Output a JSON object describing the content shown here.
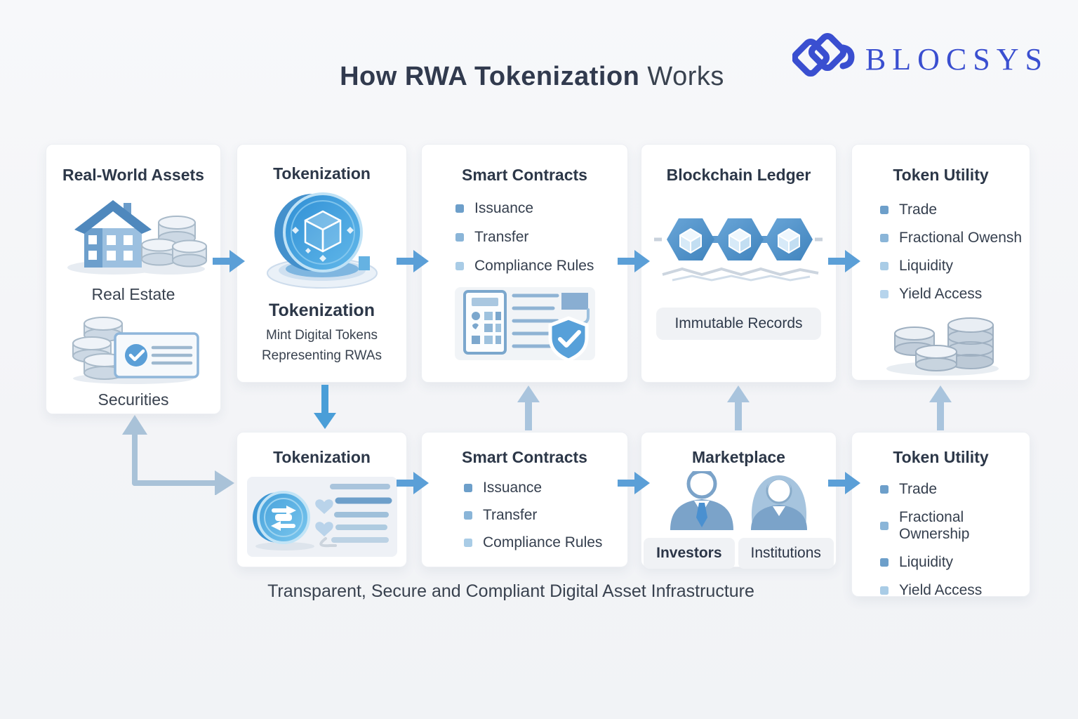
{
  "title": {
    "bold": "How RWA Tokenization",
    "light": " Works"
  },
  "logo": {
    "text": "BLOCSYS",
    "mark_icon": "interlocked-diamonds-icon",
    "color": "#3a4fd0"
  },
  "top_row": [
    {
      "heading": "Real-World Assets",
      "items": [
        {
          "icon": "house-and-coins-icon",
          "label": "Real Estate"
        },
        {
          "icon": "coins-and-certificate-icon",
          "label": "Securities"
        }
      ]
    },
    {
      "heading": "Tokenization",
      "icon": "token-coin-cube-icon",
      "subheading": "Tokenization",
      "description": "Mint Digital Tokens Representing RWAs"
    },
    {
      "heading": "Smart Contracts",
      "bullets": [
        "Issuance",
        "Transfer",
        "Compliance Rules"
      ],
      "icon": "contract-document-shield-icon"
    },
    {
      "heading": "Blockchain Ledger",
      "icon": "linked-blocks-icon",
      "badge": "Immutable Records"
    },
    {
      "heading": "Token Utility",
      "bullets": [
        "Trade",
        "Fractional Owensh",
        "Liquidity",
        "Yield Access"
      ],
      "icon": "coin-stack-icon"
    }
  ],
  "bottom_row": [
    {
      "heading": "Tokenization",
      "icon": "transfer-coin-list-icon"
    },
    {
      "heading": "Smart Contracts",
      "bullets": [
        "Issuance",
        "Transfer",
        "Compliance Rules"
      ]
    },
    {
      "heading": "Marketplace",
      "icon": "investor-institution-people-icon",
      "badges": [
        "Investors",
        "Institutions"
      ]
    },
    {
      "heading": "Token Utility",
      "bullets": [
        "Trade",
        "Fractional Ownership",
        "Liquidity",
        "Yield Access"
      ]
    }
  ],
  "caption": "Transparent, Secure and Compliant Digital Asset Infrastructure",
  "colors": {
    "page_bg": "#f4f5f8",
    "card_bg": "#ffffff",
    "heading_text": "#2c3748",
    "body_text": "#39424f",
    "accent_blue": "#5b9fd7",
    "arrow_right": "#5b9fd7",
    "arrow_down": "#4a9ed8",
    "arrow_up": "#a9c4dd",
    "elbow_arrow": "#a9c2d8",
    "badge_bg": "#f0f2f5",
    "logo_blue": "#3a4fd0",
    "bullet_dark": "#6d9fca",
    "bullet_light": "#a9cce6"
  }
}
